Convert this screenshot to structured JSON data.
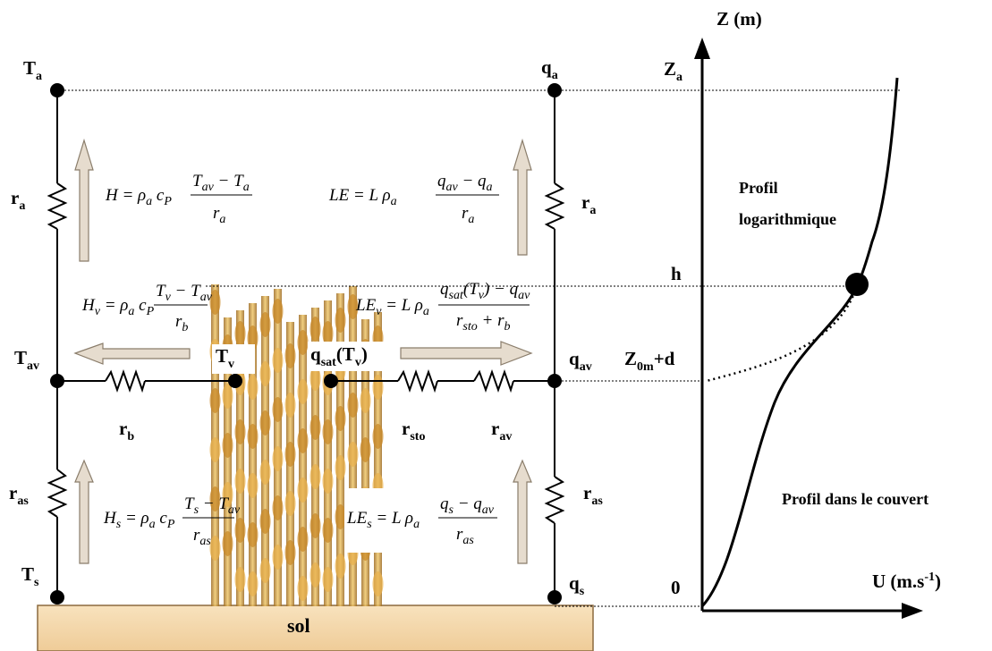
{
  "left_nodes": {
    "Ta": {
      "main": "T",
      "sub": "a"
    },
    "Tav": {
      "main": "T",
      "sub": "av"
    },
    "Ts": {
      "main": "T",
      "sub": "s"
    },
    "Tv": {
      "main": "T",
      "sub": "v"
    }
  },
  "right_nodes": {
    "qa": {
      "main": "q",
      "sub": "a"
    },
    "qav": {
      "main": "q",
      "sub": "av"
    },
    "qs": {
      "main": "q",
      "sub": "s"
    },
    "qsat": {
      "main": "q",
      "sub": "sat",
      "arg": "(T",
      "arg_sub": "v",
      "close": ")"
    }
  },
  "resistances": {
    "ra_left": {
      "main": "r",
      "sub": "a"
    },
    "ra_right": {
      "main": "r",
      "sub": "a"
    },
    "rb": {
      "main": "r",
      "sub": "b"
    },
    "rsto": {
      "main": "r",
      "sub": "sto"
    },
    "rav": {
      "main": "r",
      "sub": "av"
    },
    "ras_left": {
      "main": "r",
      "sub": "as"
    },
    "ras_right": {
      "main": "r",
      "sub": "as"
    }
  },
  "equations": {
    "H": {
      "lhs": "H = ρ",
      "lhs_sub1": "a",
      "mid": " c",
      "lhs_sub2": "P",
      "num": "T",
      "num_sub1": "av",
      "num_op": " − T",
      "num_sub2": "a",
      "den": "r",
      "den_sub": "a"
    },
    "LE": {
      "lhs": "LE = L  ρ",
      "lhs_sub1": "a",
      "num": "q",
      "num_sub1": "av",
      "num_op": " − q",
      "num_sub2": "a",
      "den": "r",
      "den_sub": "a"
    },
    "Hv": {
      "lhs": "H",
      "lhs_sub0": "v",
      "lhs2": " = ρ",
      "lhs_sub1": "a",
      "mid": " c",
      "lhs_sub2": "P",
      "num": "T",
      "num_sub1": "v",
      "num_op": " − T",
      "num_sub2": "av",
      "den": "r",
      "den_sub": "b"
    },
    "LEv": {
      "lhs": "LE",
      "lhs_sub0": "v",
      "lhs2": " = L ρ",
      "lhs_sub1": "a",
      "num": "q",
      "num_sub1": "sat",
      "num_mid": "(T",
      "num_mid_sub": "v",
      "num_op": ") − q",
      "num_sub2": "av",
      "den": "r",
      "den_sub": "sto",
      "den_op": " + r",
      "den_sub2": "b"
    },
    "Hs": {
      "lhs": "H",
      "lhs_sub0": "s",
      "lhs2": " = ρ",
      "lhs_sub1": "a",
      "mid": " c",
      "lhs_sub2": "P",
      "num": "T",
      "num_sub1": "s",
      "num_op": " − T",
      "num_sub2": "av",
      "den": "r",
      "den_sub": "as"
    },
    "LEs": {
      "lhs": "LE",
      "lhs_sub0": "s",
      "lhs2": " = L ρ",
      "lhs_sub1": "a",
      "num": "q",
      "num_sub1": "s",
      "num_op": " − q",
      "num_sub2": "av",
      "den": "r",
      "den_sub": "as"
    }
  },
  "soil_label": "sol",
  "profile_axes": {
    "y_axis_label": "Z (m)",
    "x_axis_label": "U (m.s",
    "x_axis_sup": "-1",
    "x_axis_close": ")",
    "origin_label": "0",
    "za": {
      "main": "Z",
      "sub": "a"
    },
    "h_label": "h",
    "z0m": {
      "main": "Z",
      "sub": "0m",
      "suffix": "+d"
    }
  },
  "profile_labels": {
    "log_line1": "Profil",
    "log_line2": "logarithmique",
    "canopy": "Profil dans le couvert"
  },
  "colors": {
    "soil_fill": "#F5D9AE",
    "soil_border": "#8C6A3F",
    "arrow_fill": "#E6DCCE",
    "arrow_stroke": "#8A7D6B",
    "crop_gold": "#D9A441",
    "crop_dark": "#8A5A1A"
  }
}
